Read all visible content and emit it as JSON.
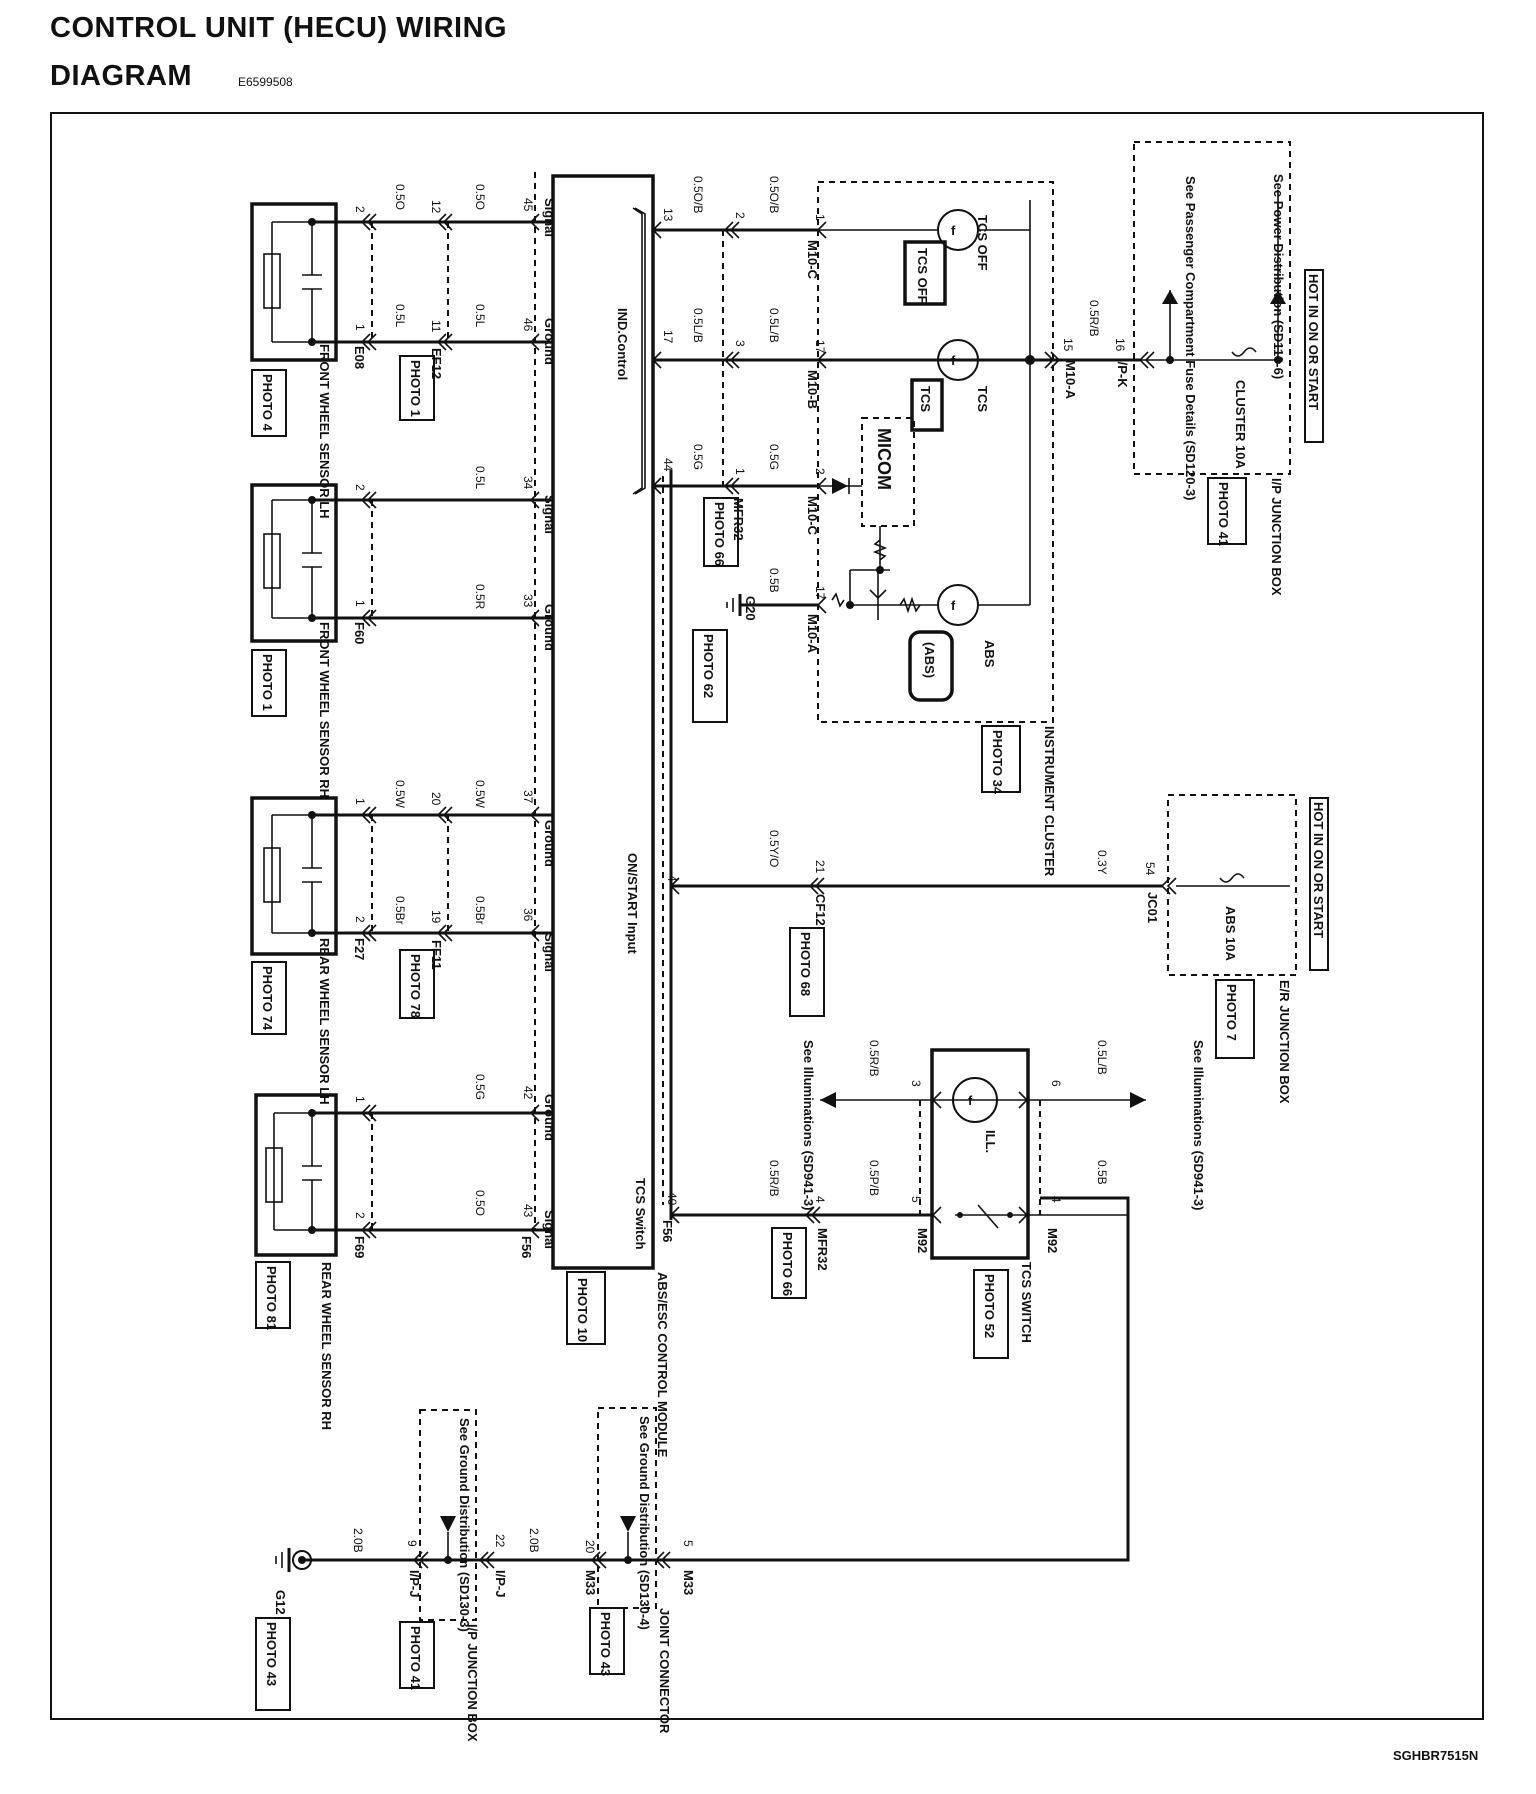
{
  "title_line1": "CONTROL UNIT (HECU) WIRING",
  "title_line2": "DIAGRAM",
  "doc_id": "E6599508",
  "figure_id": "SGHBR7515N",
  "module": {
    "name": "ABS/ESC CONTROL MODULE",
    "photo": "PHOTO 10",
    "pins": {
      "p45": "45",
      "p46": "46",
      "p34": "34",
      "p33": "33",
      "p37": "37",
      "p36": "36",
      "p42": "42",
      "p43": "43",
      "p13": "13",
      "p17": "17",
      "p44": "44",
      "p4": "4",
      "p40": "40"
    },
    "labels": {
      "signal": "Signal",
      "ground": "Ground",
      "ind_control": "IND.Control",
      "on_start_input": "ON/START Input",
      "tcs_switch": "TCS Switch",
      "f56": "F56"
    }
  },
  "sensors": {
    "flh": {
      "name": "FRONT WHEEL SENSOR LH",
      "photo": "PHOTO 4",
      "connector": "E08",
      "pin_a": "2",
      "pin_b": "1",
      "wire_a": "0.5O",
      "wire_b": "0.5L",
      "junction": {
        "name": "EF12",
        "photo": "PHOTO 1",
        "pin_a": "12",
        "pin_b": "11",
        "wire_a": "0.5O",
        "wire_b": "0.5L"
      }
    },
    "frh": {
      "name": "FRONT WHEEL SENSOR RH",
      "photo": "PHOTO 1",
      "connector": "F60",
      "pin_a": "2",
      "pin_b": "1",
      "wire_a": "0.5L",
      "wire_b": "0.5R"
    },
    "rlh": {
      "name": "REAR WHEEL SENSOR LH",
      "photo": "PHOTO 74",
      "connector": "F27",
      "pin_a": "1",
      "pin_b": "2",
      "wire_a": "0.5W",
      "wire_b": "0.5Br",
      "junction": {
        "name": "FF11",
        "photo": "PHOTO 78",
        "pin_a": "20",
        "pin_b": "19",
        "wire_a": "0.5W",
        "wire_b": "0.5Br"
      }
    },
    "rrh": {
      "name": "REAR WHEEL SENSOR RH",
      "photo": "PHOTO 81",
      "connector": "F69",
      "pin_a": "1",
      "pin_b": "2",
      "wire_a": "0.5G",
      "wire_b": "0.5O",
      "f56": "F56"
    }
  },
  "cluster": {
    "name": "INSTRUMENT CLUSTER",
    "photo": "PHOTO 34",
    "micom": "MICOM",
    "tcs_off_text": "TCS OFF",
    "tcs_off_badge": "TCS OFF",
    "tcs_text": "TCS",
    "tcs_badge": "TCS",
    "abs_text": "ABS",
    "abs_badge": "(ABS)",
    "w1": "0.5O/B",
    "w2": "0.5L/B",
    "w3": "0.5G",
    "w4": "0.5B",
    "w5": "0.5R/B",
    "w1m": "0.5O/B",
    "w2m": "0.5L/B",
    "w3m": "0.5G",
    "c_m10c_1": "M10-C",
    "c_m10b": "M10-B",
    "c_m10c_2": "M10-C",
    "c_m10a_1": "M10-A",
    "c_m10a_2": "M10-A",
    "p1": "1",
    "p17a": "17",
    "p2": "2",
    "p17b": "17",
    "p15": "15",
    "mfr32": "MFR32",
    "mfr32_photo": "PHOTO 66",
    "mp2": "2",
    "mp3": "3",
    "mp1": "1",
    "g20": "G20",
    "g20_photo": "PHOTO 62"
  },
  "ip_box": {
    "hot": "HOT IN ON OR START",
    "fuse": "CLUSTER 10A",
    "see_power": "See Power Distribution (SD110-6)",
    "see_fuse": "See Passenger Compartment Fuse Details (SD120-3)",
    "name": "I/P JUNCTION BOX",
    "photo": "PHOTO 41",
    "pin": "16",
    "connector": "I/P-K"
  },
  "er_box": {
    "hot": "HOT IN ON OR START",
    "fuse": "ABS 10A",
    "name": "E/R JUNCTION BOX",
    "photo": "PHOTO 7",
    "pin": "54",
    "connector": "JC01",
    "wire": "0.3Y"
  },
  "cf12": {
    "name": "CF12",
    "photo": "PHOTO 68",
    "pin": "21",
    "wire": "0.5Y/O"
  },
  "tcs_switch": {
    "name": "TCS SWITCH",
    "photo": "PHOTO 52",
    "ill": "ILL.",
    "p3": "3",
    "p6": "6",
    "p5": "5",
    "p4": "4",
    "w_left_top": "0.5R/B",
    "w_right_top": "0.5L/B",
    "w_left_bot": "0.5P/B",
    "w_right_bot": "0.5B",
    "see_illum_1": "See Illuminations (SD941-3)",
    "see_illum_2": "See Illuminations (SD941-3)",
    "m92_a": "M92",
    "m92_b": "M92",
    "mfr32": "MFR32",
    "mfr32_photo": "PHOTO 66",
    "mfr32_pin": "4",
    "w_mod": "0.5R/B"
  },
  "ground": {
    "g12": "G12",
    "g12_photo": "PHOTO 43",
    "w_g12": "2.0B",
    "w_m33": "2.0B",
    "ipj_pin_a": "9",
    "ipj_pin_b": "22",
    "ipj_a": "I/P-J",
    "ipj_b": "I/P-J",
    "ipj_name": "I/P JUNCTION BOX",
    "ipj_photo": "PHOTO 41",
    "see_ground_1": "See Ground Distribution (SD130-3)",
    "m33_pin_a": "20",
    "m33_pin_b": "5",
    "m33_a": "M33",
    "m33_b": "M33",
    "jc_name": "JOINT CONNECTOR",
    "jc_photo": "PHOTO 43",
    "see_ground_2": "See Ground Distribution (SD130-4)"
  }
}
